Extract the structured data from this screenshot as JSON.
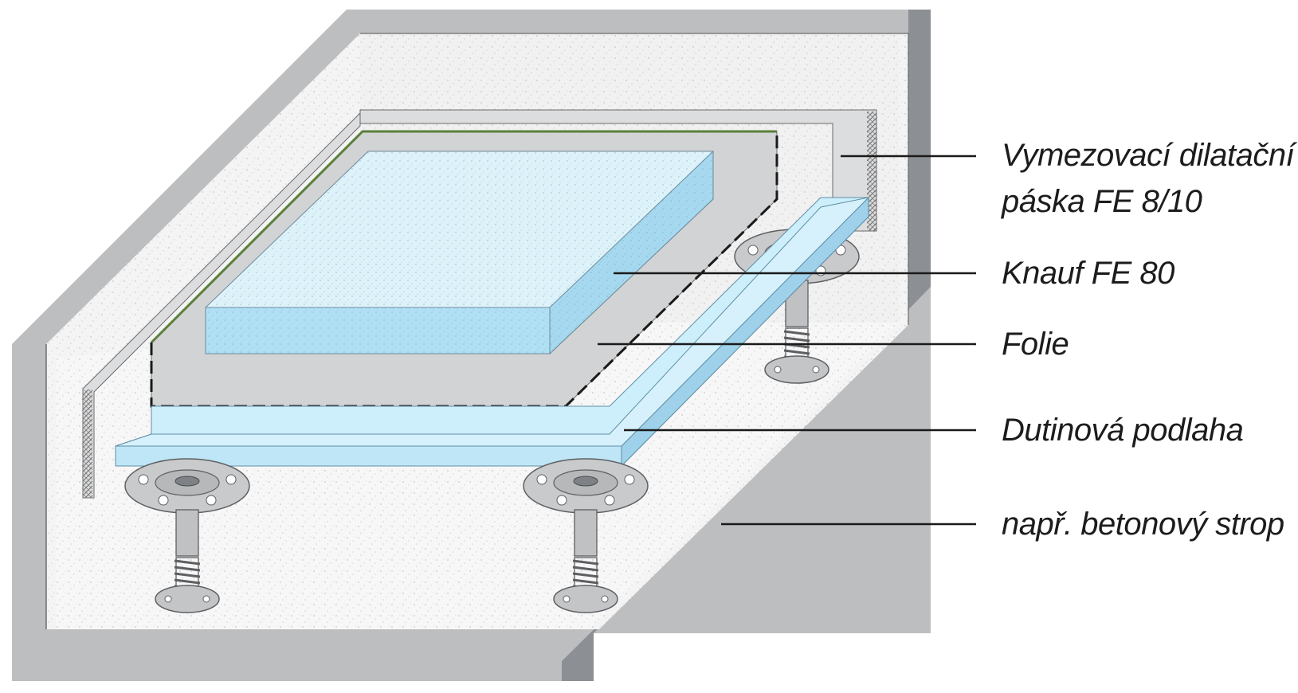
{
  "diagram": {
    "labels": [
      {
        "id": "expansion-strip",
        "lines": [
          "Vymezovací dilatační",
          "páska FE 8/10"
        ]
      },
      {
        "id": "knauf-fe80",
        "lines": [
          "Knauf FE 80"
        ]
      },
      {
        "id": "foil",
        "lines": [
          "Folie"
        ]
      },
      {
        "id": "cavity-floor",
        "lines": [
          "Dutinová podlaha"
        ]
      },
      {
        "id": "concrete-ceiling",
        "lines": [
          "např. betonový strop"
        ]
      }
    ],
    "colors": {
      "wall_outer": "#bdbec0",
      "wall_outer_dark": "#8c9094",
      "plaster": "#f4f4f4",
      "strip": "#d9dadb",
      "screed": "#d2d3d4",
      "fe80_top": "#def2fa",
      "fe80_side": "#b0e0f4",
      "board": "#cdeefb",
      "board_edge": "#9fd2ea",
      "pedestal": "#c9cacc",
      "foil_edge": "#5a7f3a",
      "line": "#1a1a1a"
    }
  }
}
